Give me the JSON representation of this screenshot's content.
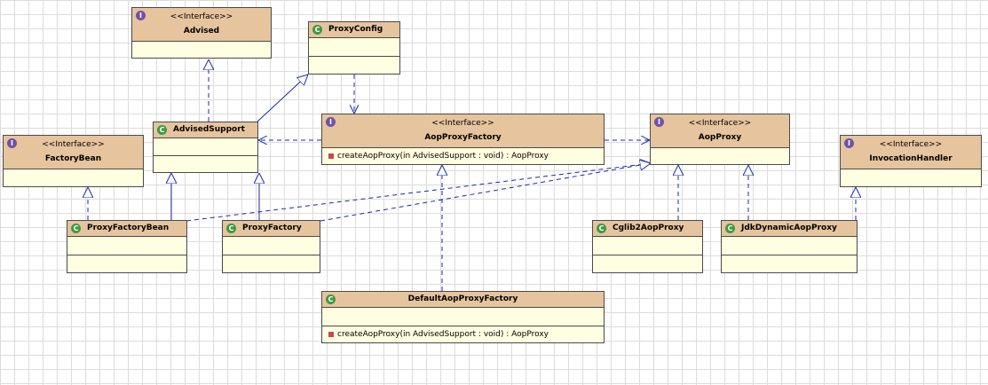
{
  "stereotype": "<<Interface>>",
  "badges": {
    "interface": "I",
    "class": "C"
  },
  "colors": {
    "header": "#e6c49e",
    "body": "#fefee0",
    "connector": "#1c2aa8",
    "interface_badge": "#6e52a8",
    "class_badge": "#3f9a3f",
    "private_method": "#c8494b"
  },
  "boxes": {
    "advised": {
      "name": "Advised"
    },
    "proxy_config": {
      "name": "ProxyConfig"
    },
    "advised_support": {
      "name": "AdvisedSupport"
    },
    "aop_proxy_factory": {
      "name": "AopProxyFactory",
      "method": "createAopProxy(in AdvisedSupport : void) : AopProxy"
    },
    "aop_proxy": {
      "name": "AopProxy"
    },
    "factory_bean": {
      "name": "FactoryBean"
    },
    "invocation_handler": {
      "name": "InvocationHandler"
    },
    "proxy_factory_bean": {
      "name": "ProxyFactoryBean"
    },
    "proxy_factory": {
      "name": "ProxyFactory"
    },
    "cglib2_aop_proxy": {
      "name": "Cglib2AopProxy"
    },
    "jdk_dynamic_aop_proxy": {
      "name": "JdkDynamicAopProxy"
    },
    "default_aop_proxy_factory": {
      "name": "DefaultAopProxyFactory",
      "method": "createAopProxy(in AdvisedSupport : void) : AopProxy"
    }
  }
}
